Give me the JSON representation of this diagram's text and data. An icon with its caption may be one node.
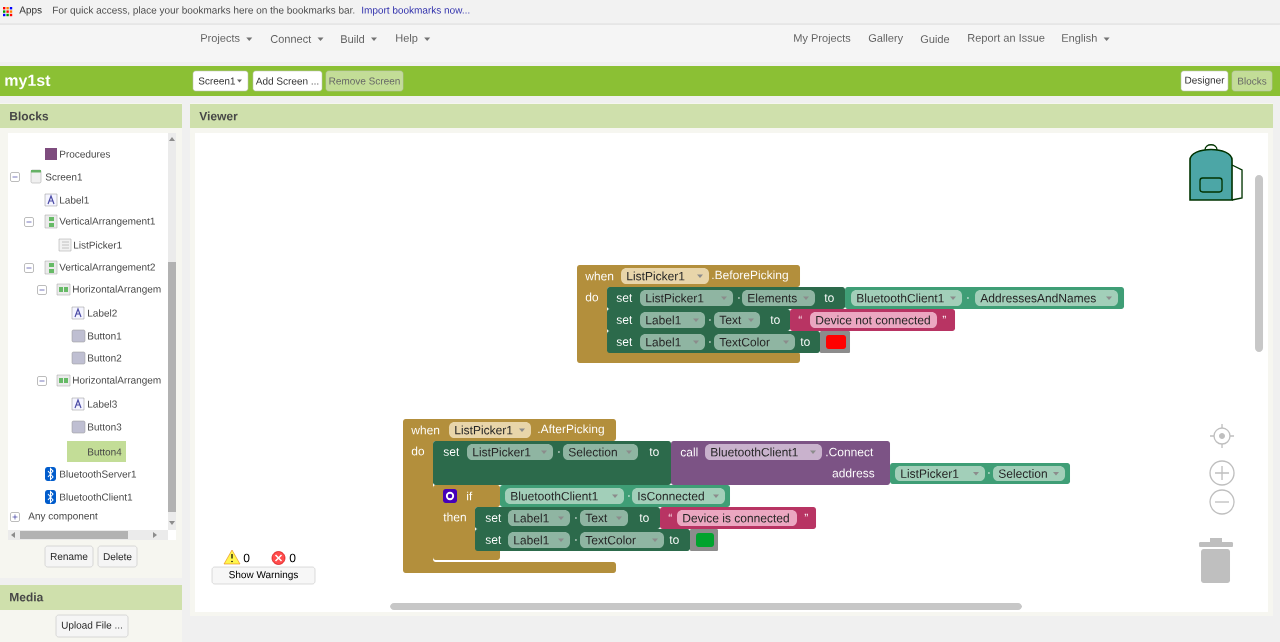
{
  "diagram": {
    "nodes": [
      {
        "text": [
          "when",
          ".BeforePicking",
          "do"
        ]
      },
      {
        "text": [
          "ListPicker1"
        ],
        "in": 0
      },
      {
        "text": [
          "set",
          ".",
          "to"
        ]
      },
      {
        "text": [
          "ListPicker1"
        ],
        "in": 2
      },
      {
        "text": [
          "Elements"
        ],
        "in": 2
      },
      {
        "text": [
          "."
        ]
      },
      {
        "text": [
          "BluetoothClient1"
        ],
        "in": 5
      },
      {
        "text": [
          "AddressesAndNames"
        ],
        "in": 5
      },
      {
        "text": [
          "set",
          ".",
          "to"
        ],
        "in": 0
      },
      {
        "text": [
          "Label1"
        ],
        "in": 8
      },
      {
        "text": [
          "Text"
        ],
        "in": 8
      },
      {
        "text": [
          "“",
          "”"
        ]
      },
      {
        "text": [
          "Device not connected"
        ],
        "in": 11
      },
      {
        "text": [
          "set",
          ".",
          "to"
        ]
      },
      {
        "text": [
          "Label1"
        ],
        "in": 13
      },
      {
        "text": [
          "TextColor"
        ],
        "in": 13
      },
      {
        "text": [],
        "shape": "box"
      },
      {
        "text": [
          "when",
          ".AfterPicking",
          "do"
        ]
      },
      {
        "text": [
          "ListPicker1"
        ],
        "in": 17
      },
      {
        "text": [
          "set",
          ".",
          "to"
        ]
      },
      {
        "text": [
          "ListPicker1"
        ],
        "in": 19
      },
      {
        "text": [
          "Selection"
        ],
        "in": 19
      },
      {
        "text": [
          "call",
          ".Connect",
          "address"
        ]
      },
      {
        "text": [
          "BluetoothClient1"
        ],
        "in": 22
      },
      {
        "text": [
          "."
        ]
      },
      {
        "text": [
          "ListPicker1"
        ],
        "in": 24
      },
      {
        "text": [
          "Selection"
        ],
        "in": 24
      },
      {
        "text": [
          "if",
          "then"
        ],
        "in": 17
      },
      {
        "text": [
          "."
        ]
      },
      {
        "text": [
          "BluetoothClient1"
        ],
        "in": 28
      },
      {
        "text": [
          "IsConnected"
        ],
        "in": 28
      },
      {
        "text": [
          "set",
          ".",
          "to"
        ]
      },
      {
        "text": [
          "Label1"
        ],
        "in": 31
      },
      {
        "text": [
          "Text"
        ],
        "in": 31
      },
      {
        "text": [
          "“",
          "”"
        ]
      },
      {
        "text": [
          "Device is connected"
        ],
        "in": 34
      },
      {
        "text": [
          "set",
          ".",
          "to"
        ]
      },
      {
        "text": [
          "Label1"
        ],
        "in": 36
      },
      {
        "text": [
          "TextColor"
        ],
        "in": 36
      },
      {
        "text": [],
        "shape": "box"
      }
    ],
    "labels": [
      "Apps",
      "For quick access, place your bookmarks here on the bookmarks bar.",
      "Import bookmarks now...",
      "Projects",
      "Connect",
      "Build",
      "Help",
      "My Projects",
      "Gallery",
      "Guide",
      "Report an Issue",
      "English",
      "my1st",
      "Screen1",
      "Add Screen ...",
      "Remove Screen",
      "Designer",
      "Blocks",
      "Blocks",
      "Viewer",
      "Procedures",
      "Screen1",
      "Label1",
      "VerticalArrangement1",
      "ListPicker1",
      "VerticalArrangement2",
      "HorizontalArrangem",
      "Label2",
      "Button1",
      "Button2",
      "HorizontalArrangem",
      "Label3",
      "Button3",
      "Button4",
      "BluetoothServer1",
      "BluetoothClient1",
      "Any component",
      "Rename",
      "Delete",
      "0",
      "0",
      "Show Warnings",
      "Media",
      "Upload File ..."
    ]
  }
}
